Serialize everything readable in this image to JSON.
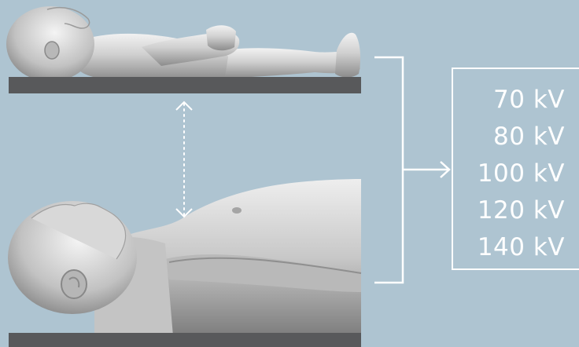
{
  "voltages": [
    "70 kV",
    "80 kV",
    "100 kV",
    "120 kV",
    "140 kV"
  ],
  "colors": {
    "background": "#aec4d1",
    "table": "#58595b",
    "lines": "#ffffff",
    "skin": "#c9c9c9"
  }
}
